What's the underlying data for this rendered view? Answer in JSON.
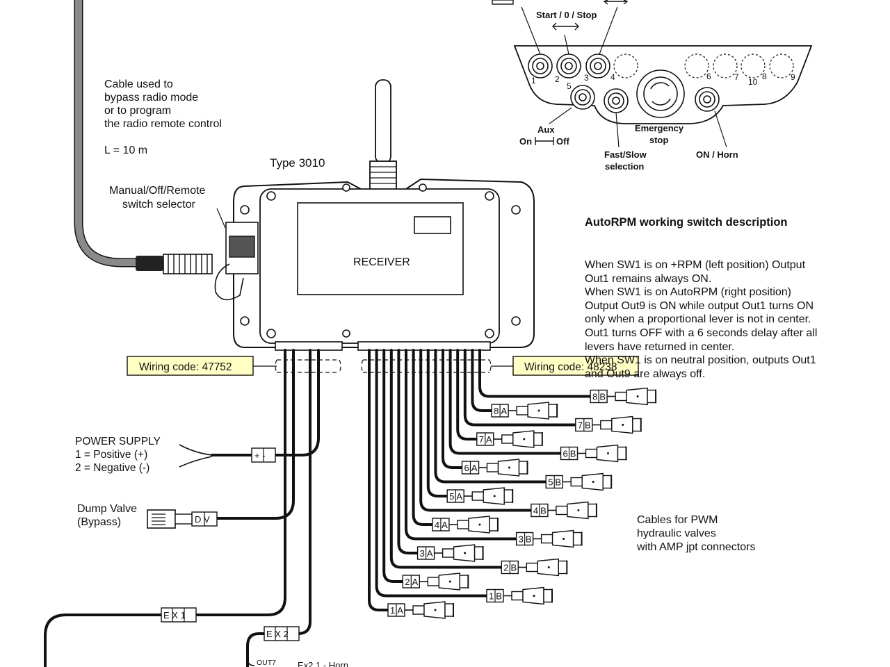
{
  "bypass_cable": {
    "lines": [
      "Cable  used to",
      "bypass radio mode",
      "or to program",
      "the radio remote control",
      "",
      "L = 10 m"
    ]
  },
  "receiver": {
    "type_label": "Type 3010",
    "label": "RECEIVER",
    "selector_label": [
      "Manual/Off/Remote",
      "switch selector"
    ]
  },
  "wiring_codes": {
    "left": "Wiring code: 47752",
    "right": "Wiring code: 48238"
  },
  "power_supply": {
    "lines": [
      "POWER SUPPLY",
      "1 = Positive (+)",
      "2 = Negative (-)"
    ],
    "tag": "+ -"
  },
  "dump_valve": {
    "lines": [
      "Dump Valve",
      "(Bypass)"
    ],
    "tag": "D V"
  },
  "ex_tags": [
    "E X 1",
    "E X 2"
  ],
  "out7": {
    "label": "OUT7",
    "target": "Ex2.1 - Horn"
  },
  "pwm_cables": {
    "lines": [
      "Cables for PWM",
      "hydraulic valves",
      "with AMP jpt connectors"
    ]
  },
  "valve_tags": [
    "1A",
    "1B",
    "2A",
    "2B",
    "3A",
    "3B",
    "4A",
    "4B",
    "5A",
    "5B",
    "6A",
    "6B",
    "7A",
    "7B",
    "8A",
    "8B"
  ],
  "panel": {
    "start_stop": "Start / 0 / Stop",
    "numbers": [
      "1",
      "2",
      "3",
      "4",
      "5",
      "6",
      "7",
      "8",
      "9",
      "10"
    ],
    "aux": [
      "Aux",
      "On",
      "Off"
    ],
    "fast_slow": [
      "Fast/Slow",
      "selection"
    ],
    "emergency": [
      "Emergency",
      "stop"
    ],
    "on_horn": "ON / Horn"
  },
  "autorpm": {
    "title": "AutoRPM working switch description",
    "lines": [
      "When SW1 is on +RPM (left position) Output",
      "Out1 remains always ON.",
      "When SW1 is on AutoRPM (right position)",
      "Output Out9 is ON while output Out1 turns ON",
      "only when a proportional lever is not in center.",
      "Out1 turns OFF with a 6 seconds delay after all",
      "levers have returned in center.",
      "When SW1 is on neutral position, outputs Out1",
      "and Out9 are always off."
    ]
  }
}
